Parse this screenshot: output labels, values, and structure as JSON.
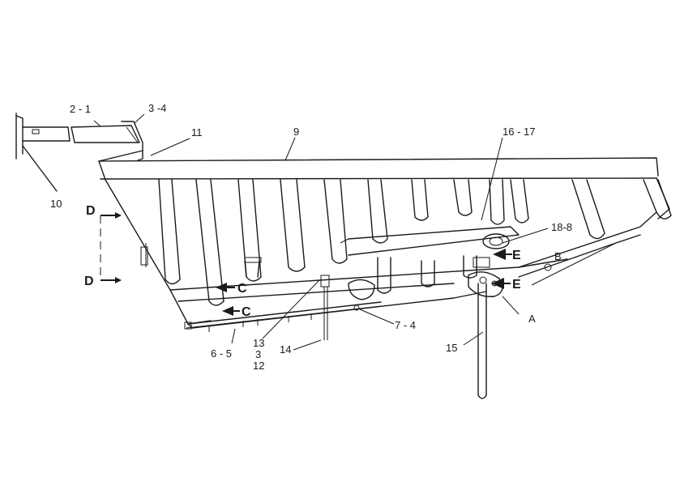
{
  "labels": {
    "part_2_1": "2 - 1",
    "part_3_4": "3 -4",
    "part_11": "11",
    "part_9": "9",
    "part_16_17": "16 - 17",
    "part_10": "10",
    "part_18_8": "18-8",
    "part_b": "B",
    "part_a": "A",
    "part_7_4": "7 - 4",
    "part_15": "15",
    "part_13": "13",
    "part_3": "3",
    "part_12": "12",
    "part_14": "14",
    "part_6_5": "6 - 5"
  },
  "view_markers": {
    "d_top": "D",
    "d_bottom": "D",
    "c_upper": "C",
    "c_lower": "C",
    "e_upper": "E",
    "e_lower": "E"
  }
}
